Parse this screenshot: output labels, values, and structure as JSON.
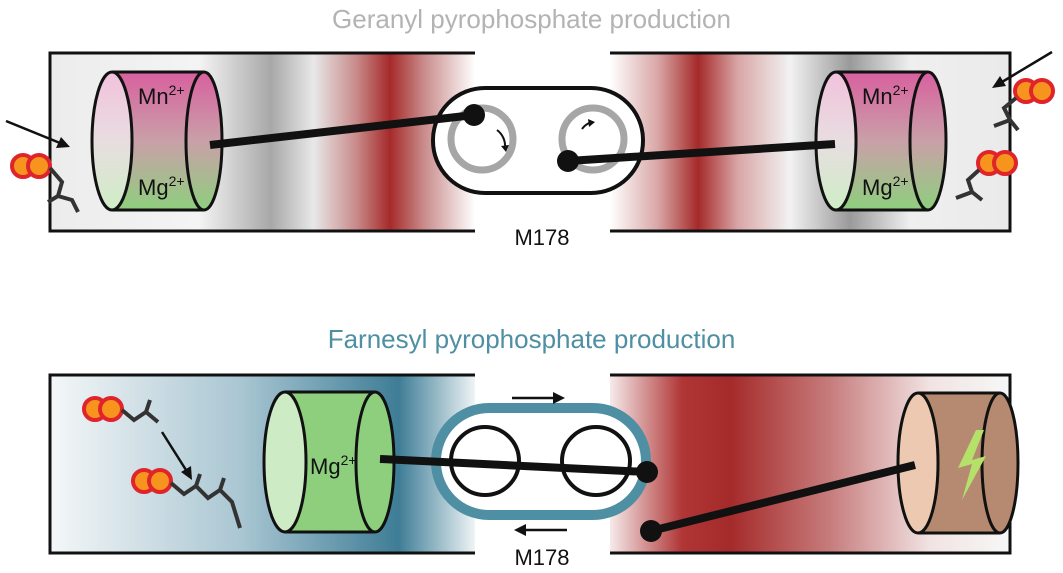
{
  "panels": {
    "geranyl": {
      "title": "Geranyl pyrophosphate production",
      "title_color": "#b3b3b3",
      "left_cylinder": {
        "ion_top": "Mn",
        "ion_top_charge": "2+",
        "ion_bottom": "Mg",
        "ion_bottom_charge": "2+"
      },
      "right_cylinder": {
        "ion_top": "Mn",
        "ion_top_charge": "2+",
        "ion_bottom": "Mg",
        "ion_bottom_charge": "2+"
      },
      "hinge_label": "M178"
    },
    "farnesyl": {
      "title": "Farnesyl pyrophosphate production",
      "title_color": "#4f8fa3",
      "left_cylinder": {
        "ion": "Mg",
        "ion_charge": "2+"
      },
      "right_cylinder": {
        "icon": "lightning-bolt-icon"
      },
      "hinge_label": "M178"
    }
  },
  "colors": {
    "mn_pink": "#d8609f",
    "mg_green": "#8ecf7e",
    "dark_red": "#a52a2a",
    "teal": "#3e7d96",
    "phosphate_orange": "#f7941d",
    "phosphate_ring": "#e0242c",
    "bolt": "#b5e06a",
    "tan_cylinder": "#b58a70"
  }
}
